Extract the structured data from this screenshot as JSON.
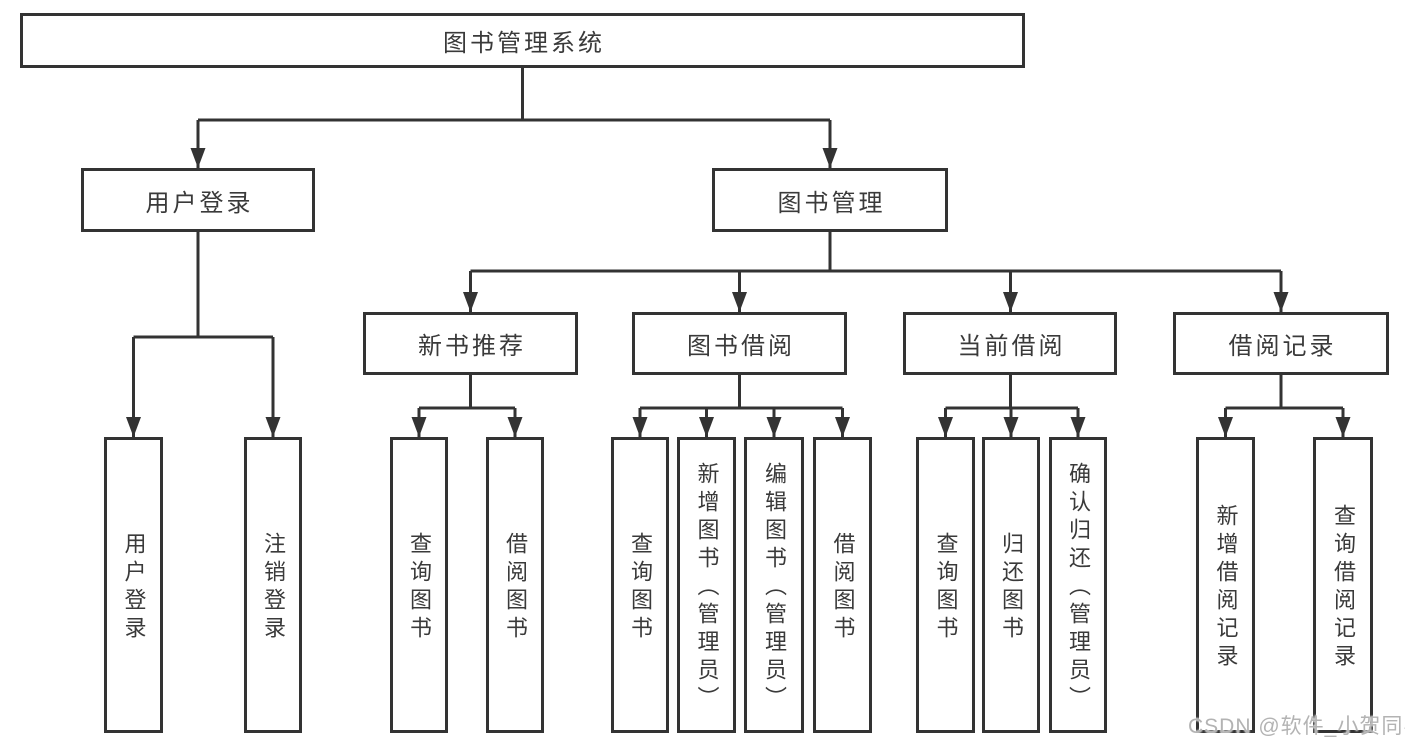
{
  "tree": {
    "label": "图书管理系统",
    "children": [
      {
        "label": "用户登录",
        "children": [
          {
            "label": "用户登录"
          },
          {
            "label": "注销登录"
          }
        ]
      },
      {
        "label": "图书管理",
        "children": [
          {
            "label": "新书推荐",
            "children": [
              {
                "label": "查询图书"
              },
              {
                "label": "借阅图书"
              }
            ]
          },
          {
            "label": "图书借阅",
            "children": [
              {
                "label": "查询图书"
              },
              {
                "label": "新增图书（管理员）"
              },
              {
                "label": "编辑图书（管理员）"
              },
              {
                "label": "借阅图书"
              }
            ]
          },
          {
            "label": "当前借阅",
            "children": [
              {
                "label": "查询图书"
              },
              {
                "label": "归还图书"
              },
              {
                "label": "确认归还（管理员）"
              }
            ]
          },
          {
            "label": "借阅记录",
            "children": [
              {
                "label": "新增借阅记录"
              },
              {
                "label": "查询借阅记录"
              }
            ]
          }
        ]
      }
    ]
  },
  "watermark": {
    "text": "CSDN @软件_小贺同学"
  },
  "colors": {
    "line": "#333333",
    "text": "#3a3a3a",
    "watermark": "#b3b3b3",
    "background": "#ffffff"
  }
}
